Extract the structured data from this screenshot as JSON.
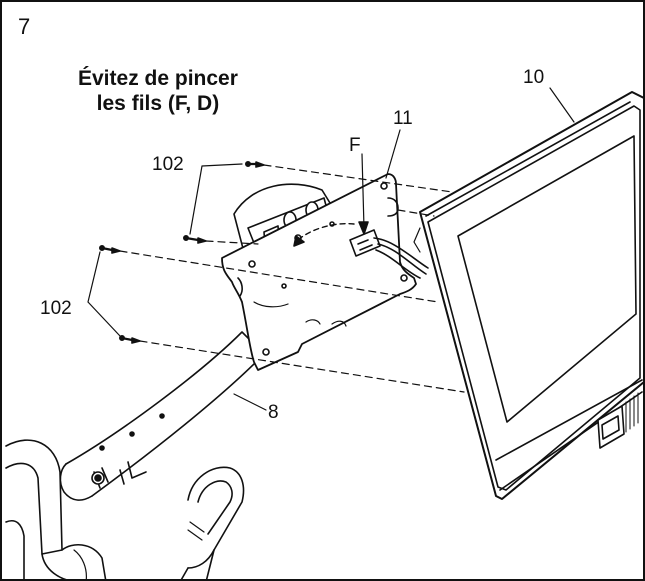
{
  "step_number": "7",
  "warning": {
    "line1": "Évitez de pincer",
    "line2": "les fils (F, D)"
  },
  "callouts": {
    "console": "10",
    "bracket": "11",
    "wire_f": "F",
    "screws_upper": "102",
    "screws_lower": "102",
    "upright": "8"
  }
}
